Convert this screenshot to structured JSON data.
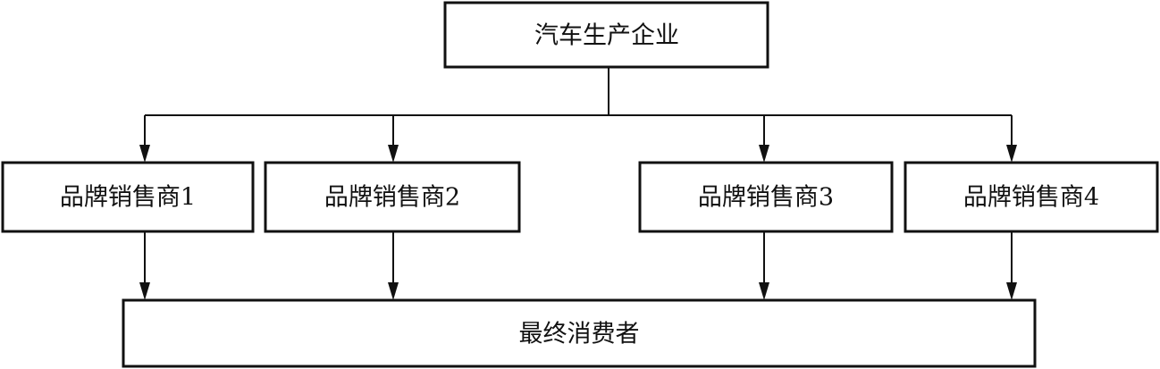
{
  "diagram": {
    "manufacturer": "汽车生产企业",
    "dealers": [
      "品牌销售商1",
      "品牌销售商2",
      "品牌销售商3",
      "品牌销售商4"
    ],
    "consumer": "最终消费者"
  },
  "colors": {
    "line": "#111111",
    "box_fill": "#ffffff"
  }
}
